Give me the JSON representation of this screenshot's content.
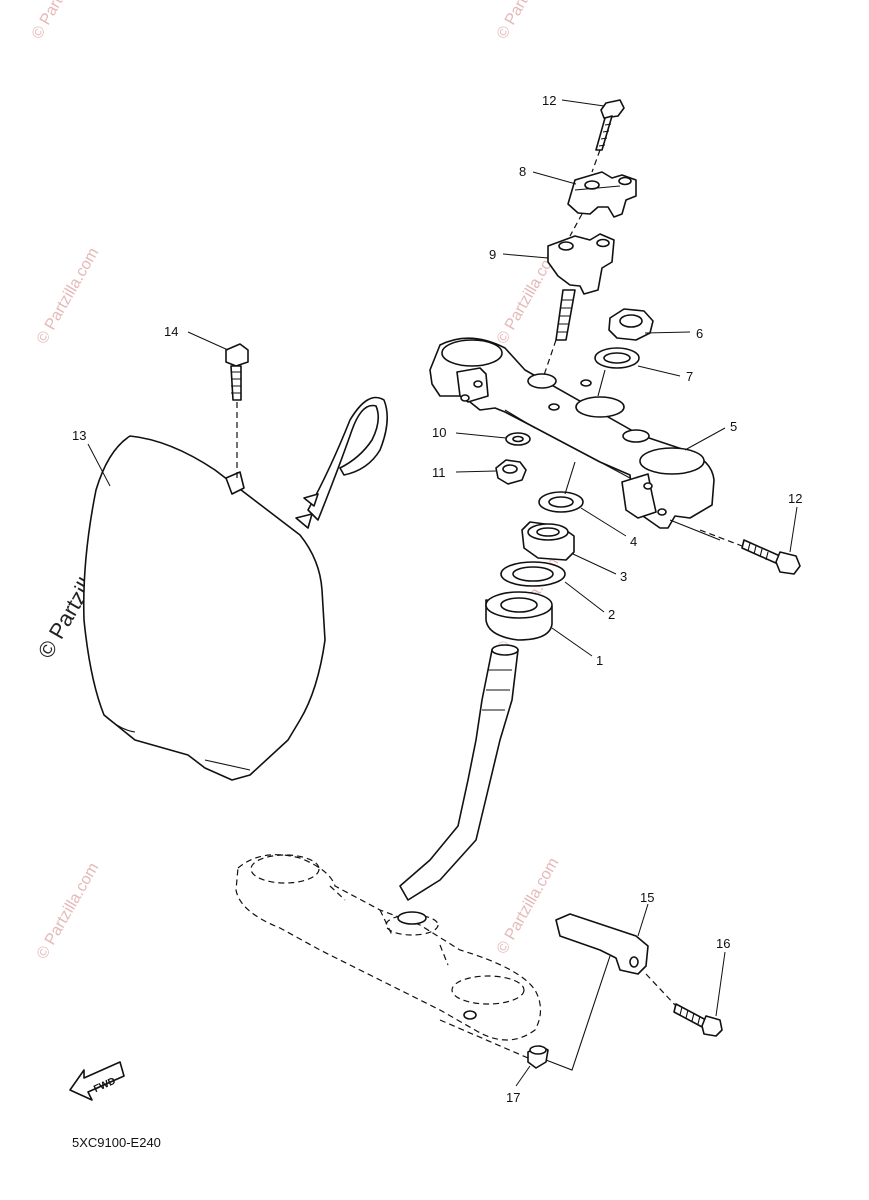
{
  "callouts": {
    "c1": "1",
    "c2": "2",
    "c3": "3",
    "c4": "4",
    "c5": "5",
    "c6": "6",
    "c7": "7",
    "c8": "8",
    "c9": "9",
    "c10": "10",
    "c11": "11",
    "c12_top": "12",
    "c12_right": "12",
    "c13": "13",
    "c14": "14",
    "c15": "15",
    "c16": "16",
    "c17": "17"
  },
  "fwd_label": "FWD",
  "diagram_code": "5XC9100-E240",
  "watermark": {
    "text": "© Partzilla.com",
    "color": "#e6b8b8"
  }
}
